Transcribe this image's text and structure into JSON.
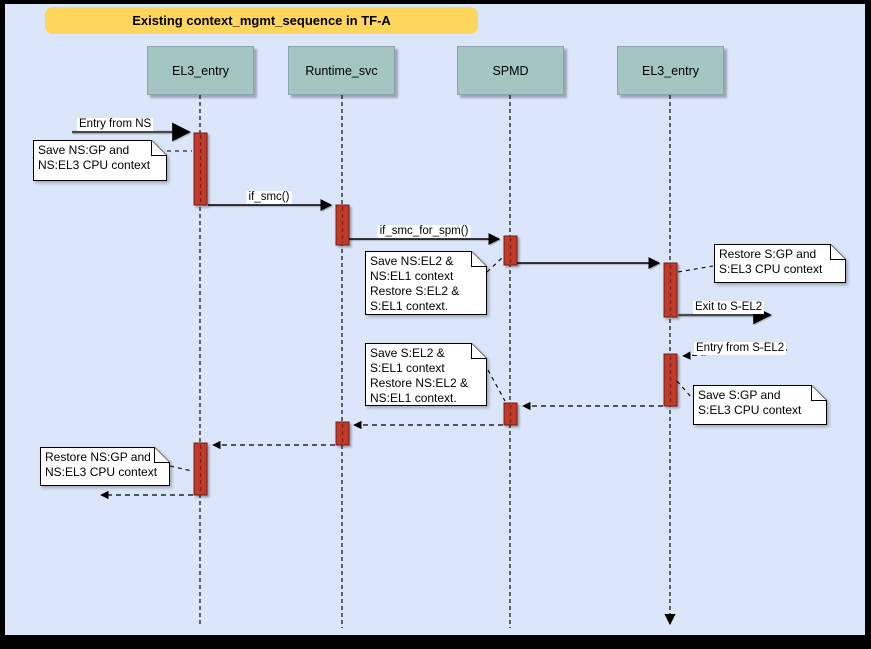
{
  "title": "Existing context_mgmt_sequence in TF-A",
  "actors": [
    {
      "label": "EL3_entry"
    },
    {
      "label": "Runtime_svc"
    },
    {
      "label": "SPMD"
    },
    {
      "label": "EL3_entry"
    }
  ],
  "messages": {
    "entry_from_ns": "Entry from NS",
    "if_smc": "if_smc()",
    "if_smc_for_spm": "if_smc_for_spm()",
    "exit_to_sel2": "Exit to S-EL2",
    "entry_from_sel2": "Entry from S-EL2"
  },
  "notes": {
    "save_ns_ctx": {
      "lines": [
        "Save NS:GP and",
        "NS:EL3 CPU context"
      ]
    },
    "save_ns_el2": {
      "lines": [
        "Save NS:EL2 &",
        "NS:EL1 context",
        "Restore S:EL2 &",
        "S:EL1 context."
      ]
    },
    "restore_s_ctx": {
      "lines": [
        "Restore S:GP and",
        "S:EL3 CPU context"
      ]
    },
    "save_s_el2": {
      "lines": [
        "Save S:EL2 &",
        "S:EL1 context",
        "Restore NS:EL2 &",
        "NS:EL1 context."
      ]
    },
    "save_s_ctx": {
      "lines": [
        "Save S:GP and",
        "S:EL3 CPU context"
      ]
    },
    "restore_ns_ctx": {
      "lines": [
        "Restore NS:GP and",
        "NS:EL3 CPU context"
      ]
    }
  },
  "colors": {
    "background": "#dce6fa",
    "title_bg": "#ffd65c",
    "actor_bg": "#a3c6c2",
    "actor_border": "#8aa2ad",
    "activation": "#c23b2a",
    "activation_border": "#701d14",
    "note_bg": "#ffffff"
  }
}
